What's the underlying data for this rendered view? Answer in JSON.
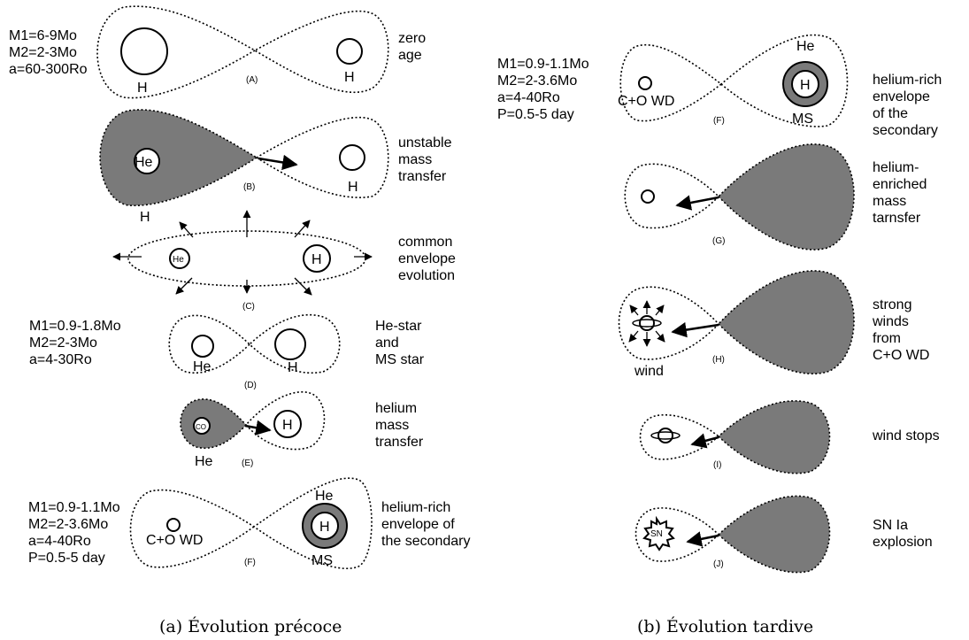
{
  "panel_a": {
    "caption": "(a) Évolution précoce",
    "stage_A": {
      "tag": "(A)",
      "params": [
        "M1=6-9Mo",
        "M2=2-3Mo",
        "a=60-300Ro"
      ],
      "desc": [
        "zero",
        "age"
      ],
      "star1": "H",
      "star2": "H"
    },
    "stage_B": {
      "tag": "(B)",
      "desc": [
        "unstable",
        "mass",
        "transfer"
      ],
      "core": "He",
      "envelope": "H",
      "star2": "H"
    },
    "stage_C": {
      "tag": "(C)",
      "desc": [
        "common",
        "envelope",
        "evolution"
      ],
      "star1": "He",
      "star2": "H"
    },
    "stage_D": {
      "tag": "(D)",
      "params": [
        "M1=0.9-1.8Mo",
        "M2=2-3Mo",
        "a=4-30Ro"
      ],
      "desc": [
        "He-star",
        "and",
        "MS star"
      ],
      "star1": "He",
      "star2": "H"
    },
    "stage_E": {
      "tag": "(E)",
      "desc": [
        "helium",
        "mass",
        "transfer"
      ],
      "core": "CO",
      "envelope": "He",
      "star2": "H"
    },
    "stage_F": {
      "tag": "(F)",
      "params": [
        "M1=0.9-1.1Mo",
        "M2=2-3.6Mo",
        "a=4-40Ro",
        "P=0.5-5 day"
      ],
      "desc": [
        "helium-rich",
        "envelope of",
        "the secondary"
      ],
      "wd": "C+O WD",
      "shell": "He",
      "core": "H",
      "ms": "MS"
    }
  },
  "panel_b": {
    "caption": "(b) Évolution tardive",
    "stage_F": {
      "tag": "(F)",
      "params": [
        "M1=0.9-1.1Mo",
        "M2=2-3.6Mo",
        "a=4-40Ro",
        "P=0.5-5 day"
      ],
      "desc": [
        "helium-rich",
        "envelope",
        "of the",
        "secondary"
      ],
      "wd": "C+O WD",
      "shell": "He",
      "core": "H",
      "ms": "MS"
    },
    "stage_G": {
      "tag": "(G)",
      "desc": [
        "helium-",
        "enriched",
        "mass",
        "tarnsfer"
      ]
    },
    "stage_H": {
      "tag": "(H)",
      "desc": [
        "strong",
        "winds",
        "from",
        "C+O WD"
      ],
      "wind": "wind"
    },
    "stage_I": {
      "tag": "(I)",
      "desc": [
        "wind stops"
      ]
    },
    "stage_J": {
      "tag": "(J)",
      "desc": [
        "SN Ia",
        "explosion"
      ],
      "sn": "SN"
    }
  },
  "colors": {
    "fill": "#7a7a7a",
    "line": "#000000",
    "background": "#ffffff"
  }
}
